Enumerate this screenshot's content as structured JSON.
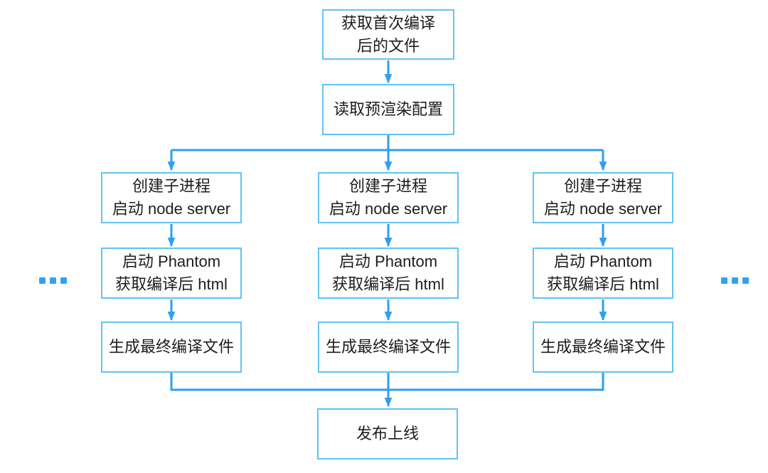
{
  "colors": {
    "background": "#ffffff",
    "box_border": "#62c2f5",
    "connector": "#2d9ff0",
    "text": "#1d1d1f",
    "ellipsis_dot": "#2ea2f2"
  },
  "nodes": {
    "fetch_files": {
      "lines": [
        "获取首次编译",
        "后的文件"
      ]
    },
    "read_config": {
      "lines": [
        "读取预渲染配置"
      ]
    },
    "worker_steps": [
      {
        "lines": [
          "创建子进程",
          "启动 node server"
        ]
      },
      {
        "lines": [
          "启动 Phantom",
          "获取编译后 html"
        ]
      },
      {
        "lines": [
          "生成最终编译文件"
        ]
      }
    ],
    "publish": {
      "lines": [
        "发布上线"
      ]
    }
  },
  "icons": {
    "left_ellipsis": "ellipsis-icon",
    "right_ellipsis": "ellipsis-icon"
  }
}
